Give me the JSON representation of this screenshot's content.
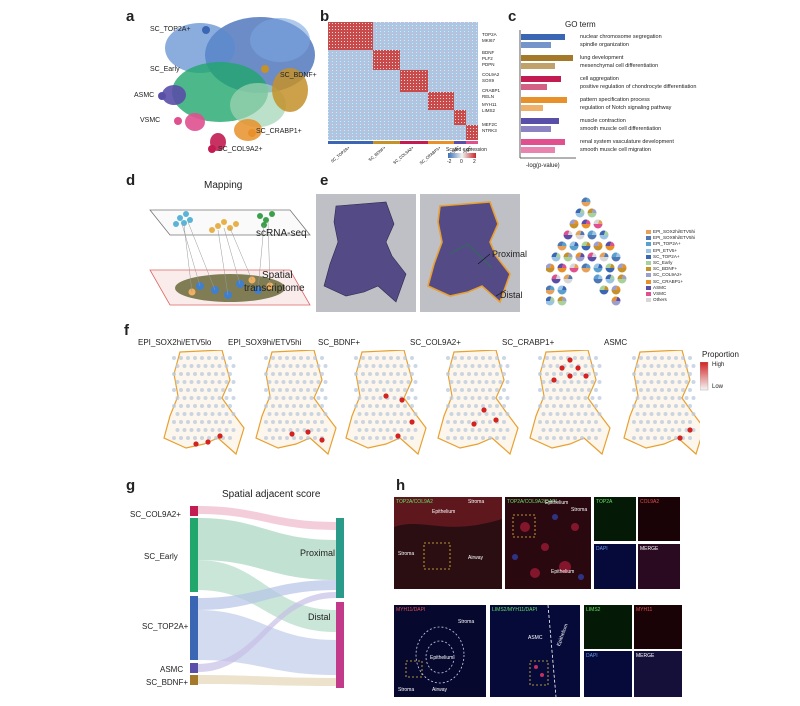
{
  "panel_labels": {
    "a": "a",
    "b": "b",
    "c": "c",
    "d": "d",
    "e": "e",
    "f": "f",
    "g": "g",
    "h": "h"
  },
  "panel_a": {
    "clusters": [
      {
        "name": "SC_TOP2A+",
        "color": "#3a66b3"
      },
      {
        "name": "SC_Early",
        "color": "#21a66b"
      },
      {
        "name": "ASMC",
        "color": "#5a4fa8"
      },
      {
        "name": "VSMC",
        "color": "#e0508f"
      },
      {
        "name": "SC_BDNF+",
        "color": "#c4912a"
      },
      {
        "name": "SC_CRABP1+",
        "color": "#e8902a"
      },
      {
        "name": "SC_COL9A2+",
        "color": "#c21c52"
      }
    ]
  },
  "panel_b": {
    "genes": [
      "TOP2A",
      "MKI67",
      "BDNF",
      "PLF2",
      "PDPN",
      "COL9A2",
      "SOX9",
      "CRABP1",
      "RELN",
      "MYH11",
      "LIMS2",
      "MEF2C",
      "NTRK3"
    ],
    "columns": [
      "SC_TOP2A+",
      "SC_BDNF+",
      "SC_COL9A2+",
      "SC_CRABP1+",
      "ASMC",
      "VSMC"
    ],
    "legend_title": "Scaled expression",
    "legend_ticks": [
      "-2",
      "0",
      "2"
    ]
  },
  "panel_c": {
    "title": "GO term",
    "xlabel": "-log(p-value)",
    "terms": [
      {
        "lines": [
          "nuclear chromosome segregation",
          "spindle organization"
        ],
        "color": "#3a66b3"
      },
      {
        "lines": [
          "lung development",
          "mesenchymal cell differentiation"
        ],
        "color": "#a5792a"
      },
      {
        "lines": [
          "cell aggregation",
          "positive regulation of chondrocyte differentiation"
        ],
        "color": "#c21c52"
      },
      {
        "lines": [
          "pattern specification process",
          "regulation of Notch signaling pathway"
        ],
        "color": "#e8902a"
      },
      {
        "lines": [
          "muscle contraction",
          "smooth muscle cell differentiation"
        ],
        "color": "#5a4fa8"
      },
      {
        "lines": [
          "renal system vasculature development",
          "smooth muscle cell migration"
        ],
        "color": "#e0508f"
      }
    ]
  },
  "panel_d": {
    "mapping": "Mapping",
    "scrna": "scRNA-seq",
    "spatial_line1": "Spatial",
    "spatial_line2": "transcriptome"
  },
  "panel_e": {
    "proximal": "Proximal",
    "distal": "Distal",
    "legend": [
      {
        "name": "EPI_SOX2hi/ETV5hi",
        "color": "#e6a15a"
      },
      {
        "name": "EPI_SOX9hi/ETV5hi",
        "color": "#4f77b4"
      },
      {
        "name": "EPI_TOP2A+",
        "color": "#5aa0cf"
      },
      {
        "name": "EPI_ETV5+",
        "color": "#9bc3e3"
      },
      {
        "name": "SC_TOP2A+",
        "color": "#3a66b3"
      },
      {
        "name": "SC_Early",
        "color": "#a7d39a"
      },
      {
        "name": "SC_BDNF+",
        "color": "#c4912a"
      },
      {
        "name": "SC_COL9A2+",
        "color": "#9c9ed0"
      },
      {
        "name": "SC_CRABP1+",
        "color": "#e8902a"
      },
      {
        "name": "ASMC",
        "color": "#5a4fa8"
      },
      {
        "name": "VSMC",
        "color": "#e0508f"
      },
      {
        "name": "Others",
        "color": "#d7d7d7"
      }
    ]
  },
  "panel_f": {
    "titles": [
      "EPI_SOX2hi/ETV5lo",
      "EPI_SOX9hi/ETV5hi",
      "SC_BDNF+",
      "SC_COL9A2+",
      "SC_CRABP1+",
      "ASMC"
    ],
    "legend_title": "Proportion",
    "high": "High",
    "low": "Low"
  },
  "panel_g": {
    "title": "Spatial adjacent score",
    "left_nodes": [
      {
        "name": "SC_COL9A2+",
        "color": "#c21c52"
      },
      {
        "name": "SC_Early",
        "color": "#21a66b"
      },
      {
        "name": "SC_TOP2A+",
        "color": "#3a66b3"
      },
      {
        "name": "ASMC",
        "color": "#5a4fa8"
      },
      {
        "name": "SC_BDNF+",
        "color": "#a5792a"
      }
    ],
    "right_nodes": [
      {
        "name": "Proximal",
        "color": "#2a9a8a"
      },
      {
        "name": "Distal",
        "color": "#c43a8a"
      }
    ]
  },
  "panel_h": {
    "top": {
      "p1": {
        "markers": "TOP2A/COL9A2",
        "epithelium": "Epithelium",
        "stroma_a": "Stroma",
        "stroma_b": "Stroma",
        "airway": "Airway"
      },
      "p2": {
        "markers": "TOP2A/COL9A2/DAPI",
        "epithelium": "Epithelium",
        "stroma": "Stroma",
        "epithelium2": "Epithelium"
      },
      "p3": {
        "a": "TOP2A",
        "b": "COL9A2",
        "c": "DAPI",
        "d": "MERGE"
      }
    },
    "bottom": {
      "p1": {
        "markers": "MYH11/DAPI",
        "stroma": "Stroma",
        "epithelium": "Epithelium",
        "stroma2": "Stroma",
        "airway": "Airway"
      },
      "p2": {
        "markers": "LIMS2/MYH11/DAPI",
        "asmc": "ASMC",
        "epithelium": "Epithelium"
      },
      "p3": {
        "a": "LIMS2",
        "b": "MYH11",
        "c": "DAPI",
        "d": "MERGE"
      }
    }
  }
}
